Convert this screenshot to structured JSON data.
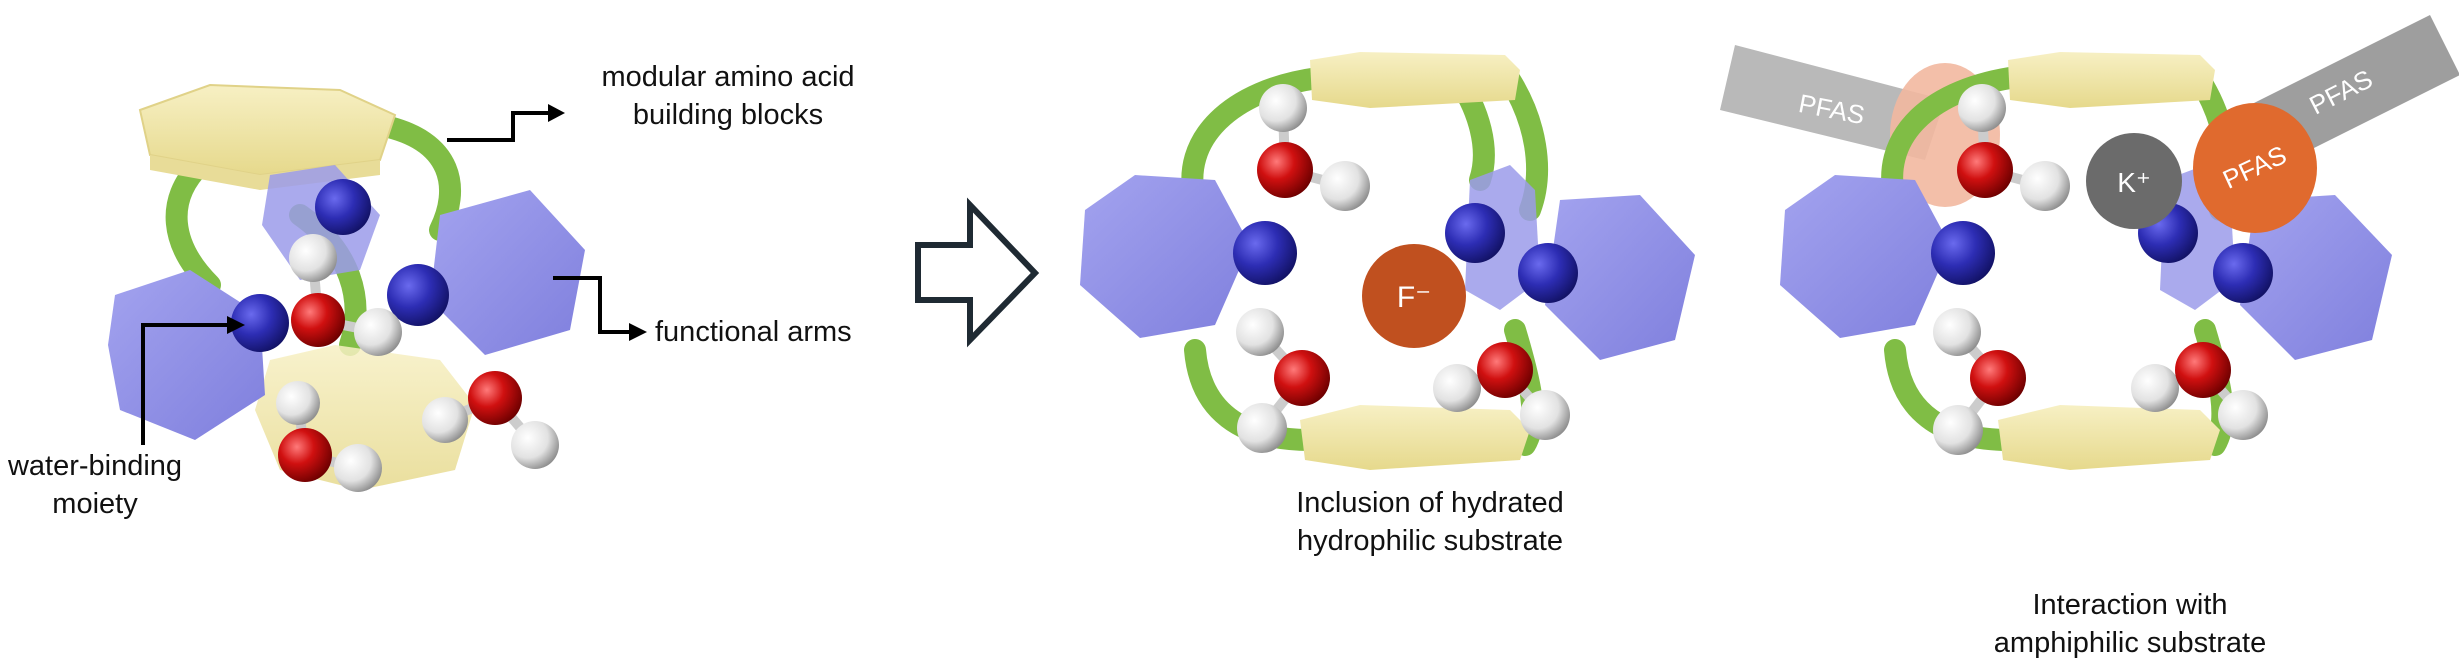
{
  "labels": {
    "building_blocks_line1": "modular amino acid",
    "building_blocks_line2": "building blocks",
    "functional_arms": "functional arms",
    "water_binding_line1": "water-binding",
    "water_binding_line2": "moiety",
    "panel2_caption_line1": "Inclusion of hydrated",
    "panel2_caption_line2": "hydrophilic substrate",
    "panel3_caption_line1": "Interaction with",
    "panel3_caption_line2": "amphiphilic substrate"
  },
  "ions": {
    "fluoride": "F⁻",
    "potassium": "K⁺"
  },
  "pfas": {
    "left": "PFAS",
    "right": "PFAS",
    "ball": "PFAS"
  },
  "colors": {
    "hexagon_blue": "#8f8fe6",
    "plate_yellow": "#f1e7a8",
    "arm_green": "#80bd45",
    "binding_sphere": "#2e2eaa",
    "oxygen_red": "#cc1111",
    "hydrogen_white": "#eeeeee",
    "fluoride_orange": "#c0501f",
    "potassium_gray": "#6b6b6b",
    "pfas_gray": "#b5b5b5",
    "pfas_orange": "#e06a2e",
    "pfas_pink": "#f2b8a0",
    "arrow_outline": "#1f2a33"
  }
}
